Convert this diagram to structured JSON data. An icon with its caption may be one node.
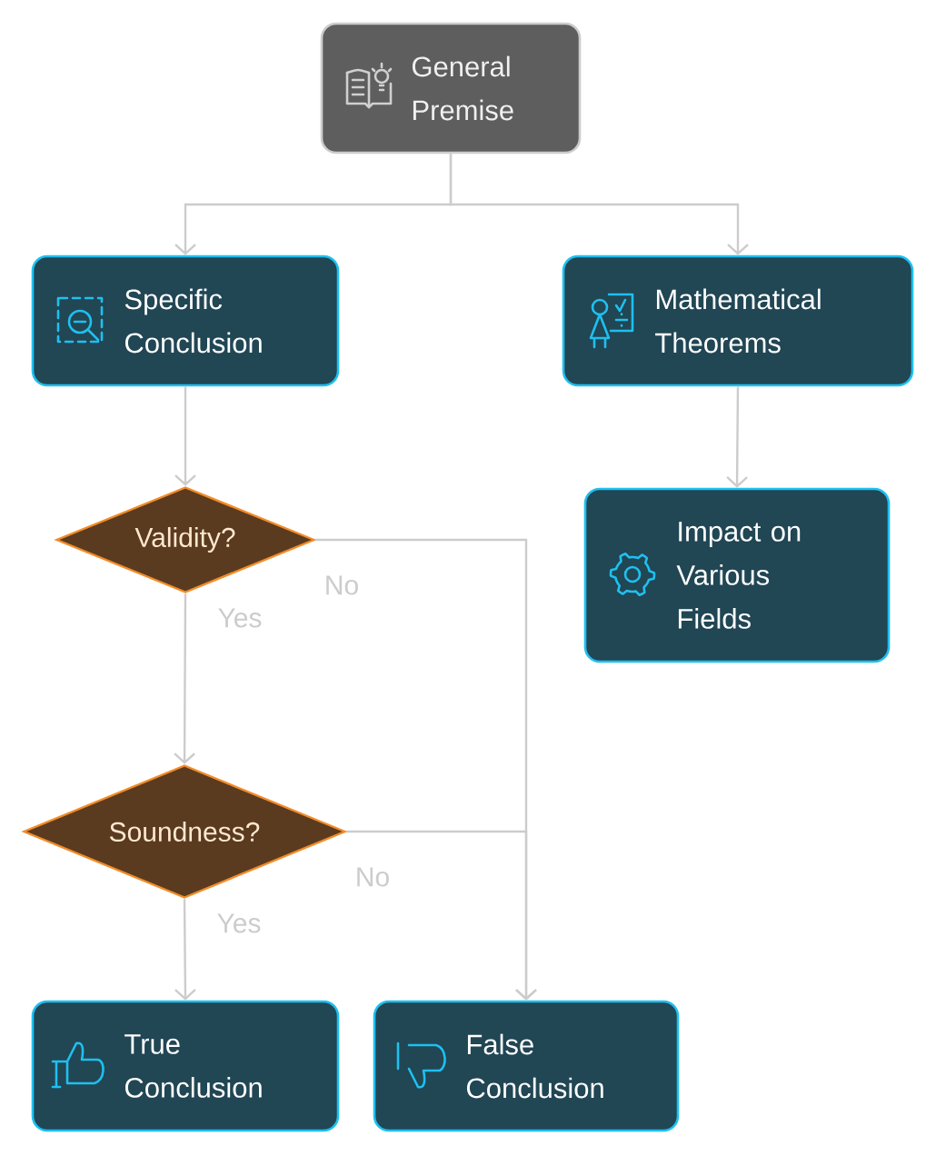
{
  "diagram": {
    "nodes": [
      {
        "text": [
          "General Premise"
        ]
      },
      {
        "text": [
          "Specific Conclusion"
        ]
      },
      {
        "text": [
          "Mathematical Theorems"
        ]
      },
      {
        "text": [
          "Validity?"
        ]
      },
      {
        "text": [
          "Impact on Various Fields"
        ]
      },
      {
        "text": [
          "Soundness?"
        ]
      },
      {
        "text": [
          "True Conclusion"
        ]
      },
      {
        "text": [
          "False Conclusion"
        ]
      }
    ],
    "edges": [
      {
        "from": 0,
        "to": 1,
        "arrow": "to"
      },
      {
        "from": 0,
        "to": 2,
        "arrow": "to"
      },
      {
        "from": 1,
        "to": 3,
        "arrow": "to"
      },
      {
        "from": 2,
        "to": 4,
        "arrow": "to"
      },
      {
        "from": 3,
        "to": 5,
        "arrow": "to",
        "label": "Yes"
      },
      {
        "from": 3,
        "to": 7,
        "arrow": "to",
        "label": "No"
      },
      {
        "from": 5,
        "to": 6,
        "arrow": "to",
        "label": "Yes"
      },
      {
        "from": 5,
        "to": 7,
        "arrow": "to",
        "label": "No"
      }
    ]
  }
}
